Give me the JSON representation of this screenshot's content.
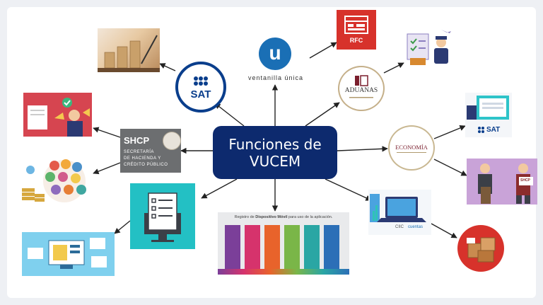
{
  "center": {
    "line1": "Funciones de",
    "line2": "VUCEM"
  },
  "sat": {
    "label": "SAT"
  },
  "vu": {
    "letter": "u",
    "label": "ventanilla única"
  },
  "rfc": {
    "label": "RFC"
  },
  "aduanas": {
    "label": "ADUANAS"
  },
  "economia": {
    "label": "ECONOMÍA"
  },
  "shcp": {
    "abbr": "SHCP",
    "line1": "SECRETARÍA",
    "line2": "DE HACIENDA Y",
    "line3": "CRÉDITO PÚBLICO"
  },
  "sat_small": {
    "label": "SAT"
  },
  "shcp_small": {
    "label": "SHCP"
  },
  "registro": {
    "title_pre": "Registro de ",
    "title_bold": "Dispositivo Móvil",
    "title_post": " para uso de la aplicación."
  },
  "laptop": {
    "logo1": "CIIC",
    "logo2": "cuentas"
  },
  "colors": {
    "navy": "#0d2a6e",
    "sat_blue": "#0a3e8c",
    "rfc_red": "#d7322b",
    "vu_blue": "#1a6fb5",
    "shcp_gray": "#6c6e70"
  }
}
